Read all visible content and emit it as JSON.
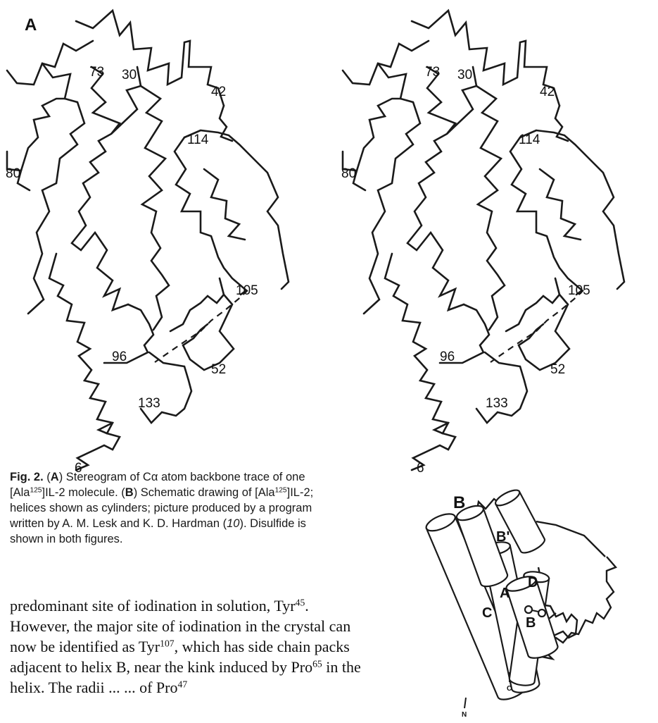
{
  "figure": {
    "panel_a_label": "A",
    "panel_b_label": "B",
    "residue_labels": {
      "r73": "73",
      "r30": "30",
      "r42": "42",
      "r114": "114",
      "r80": "80",
      "r105": "105",
      "r96": "96",
      "r52": "52",
      "r133": "133",
      "r6": "6"
    },
    "helix_labels": {
      "a": "A",
      "b": "B",
      "b_prime": "B'",
      "c": "C",
      "d": "D"
    },
    "terminus_labels": {
      "n": "N",
      "c": "C"
    }
  },
  "caption": {
    "fig_label": "Fig. 2.",
    "open_a": " (",
    "bold_a": "A",
    "text_a1": ") Stereogram of Cα atom backbone trace of one [Ala",
    "sup_1": "125",
    "text_a2": "]IL-2 molecule. (",
    "bold_b": "B",
    "text_b1": ") Schematic drawing of [Ala",
    "sup_2": "125",
    "text_b2": "]IL-2; helices shown as cylinders; picture produced by a program written by A. M. Lesk and K. D. Hardman (",
    "ref": "10",
    "text_end": "). Disulfide is shown in both figures."
  },
  "body": {
    "t1": "predominant site of iodination in solution, Tyr",
    "s1": "45",
    "t2": ". However, the major site of iodination in the crystal can now be identified as Tyr",
    "s2": "107",
    "t3": ", which has side chain packs adjacent to helix B, near the kink induced by Pro",
    "s3": "65",
    "t4": " in the helix. The radii ... ...  of Pro",
    "s4": "47"
  }
}
